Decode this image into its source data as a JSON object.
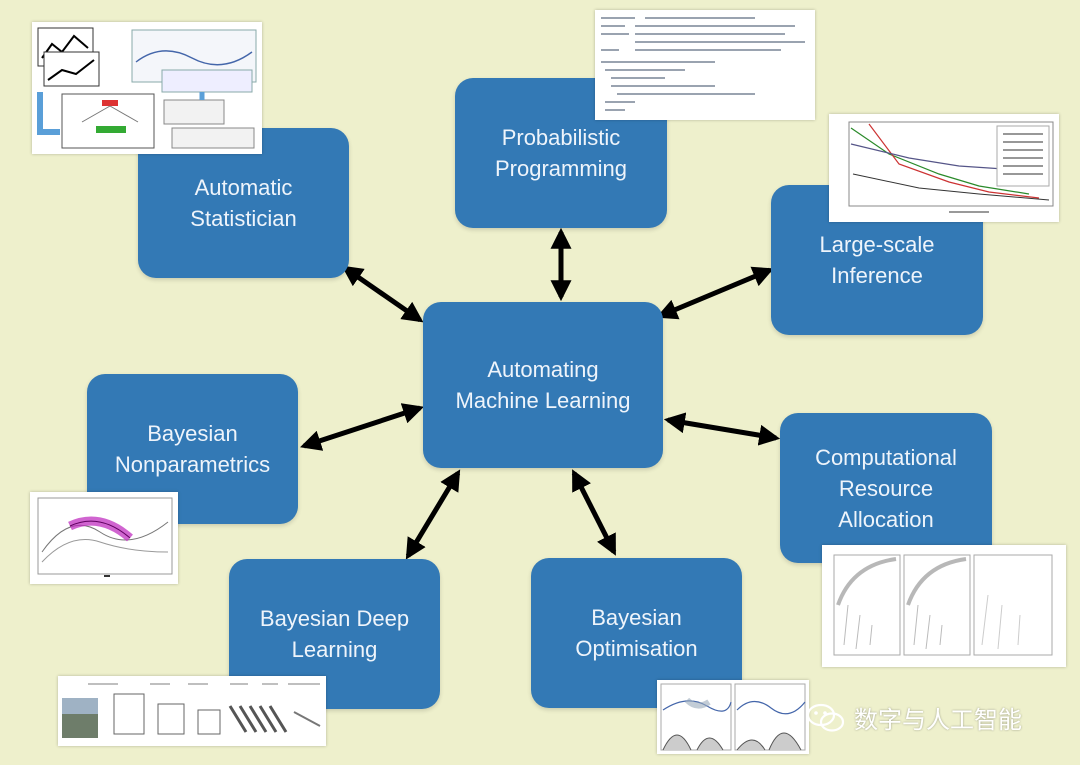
{
  "center": {
    "line1": "Automating",
    "line2": "Machine Learning"
  },
  "nodes": {
    "automatic_statistician": {
      "line1": "Automatic",
      "line2": "Statistician"
    },
    "probabilistic_programming": {
      "line1": "Probabilistic",
      "line2": "Programming"
    },
    "large_scale_inference": {
      "line1": "Large-scale",
      "line2": "Inference"
    },
    "computational_resource_allocation": {
      "line1": "Computational",
      "line2": "Resource",
      "line3": "Allocation"
    },
    "bayesian_optimisation": {
      "line1": "Bayesian",
      "line2": "Optimisation"
    },
    "bayesian_deep_learning": {
      "line1": "Bayesian Deep",
      "line2": "Learning"
    },
    "bayesian_nonparametrics": {
      "line1": "Bayesian",
      "line2": "Nonparametrics"
    }
  },
  "watermark": {
    "text": "数字与人工智能",
    "icon": "wechat-icon"
  },
  "colors": {
    "background": "#eef0cc",
    "node": "#3379b5",
    "node_text": "#eef4fb",
    "arrow": "#000000"
  }
}
